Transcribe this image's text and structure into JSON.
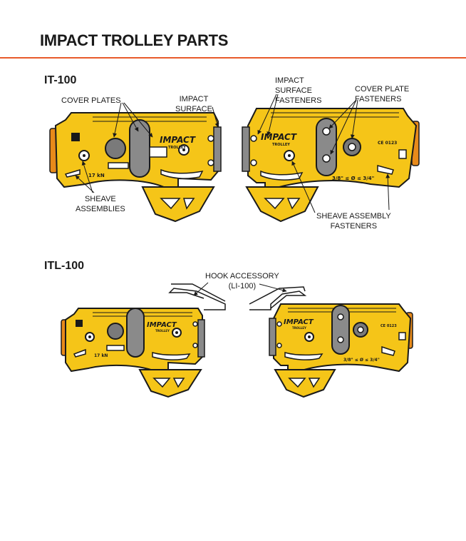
{
  "page": {
    "title": "IMPACT TROLLEY PARTS",
    "accent_color": "#e85a2a",
    "trolley_color": "#f5c518",
    "plate_color": "#8a8a8a"
  },
  "it100": {
    "label": "IT-100",
    "callouts": {
      "cover_plates": "COVER PLATES",
      "impact_surface_1": "IMPACT",
      "impact_surface_2": "SURFACE",
      "sheave_assemblies_1": "SHEAVE",
      "sheave_assemblies_2": "ASSEMBLIES",
      "impact_fasteners_1": "IMPACT",
      "impact_fasteners_2": "SURFACE",
      "impact_fasteners_3": "FASTENERS",
      "cover_fasteners_1": "COVER PLATE",
      "cover_fasteners_2": "FASTENERS",
      "sheave_fasteners_1": "SHEAVE ASSEMBLY",
      "sheave_fasteners_2": "FASTENERS"
    },
    "markings": {
      "rating": "17 kN",
      "range": "3/8\" ≤ Ø ≤ 3/4\"",
      "brand": "IMPACT",
      "subbrand": "TROLLEY",
      "ce": "CE 0123"
    }
  },
  "itl100": {
    "label": "ITL-100",
    "callouts": {
      "hook_1": "HOOK ACCESSORY",
      "hook_2": "(LI-100)"
    },
    "markings": {
      "rating": "17 kN",
      "range": "3/8\" ≤ Ø ≤ 3/4\"",
      "brand": "IMPACT",
      "subbrand": "TROLLEY",
      "ce": "CE 0123"
    }
  }
}
